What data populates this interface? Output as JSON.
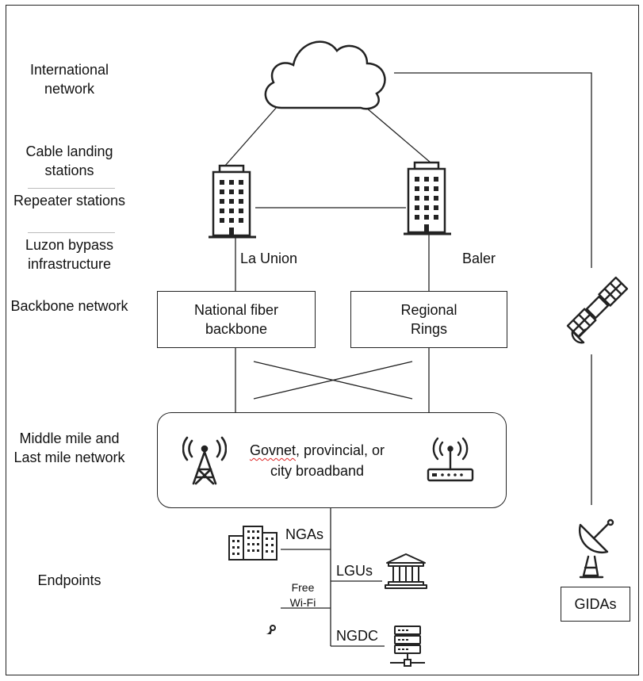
{
  "layers": {
    "international": "International network",
    "cable_landing": "Cable landing stations",
    "repeater": "Repeater stations",
    "luzon_bypass": "Luzon bypass infrastructure",
    "backbone": "Backbone network",
    "middle_last": "Middle mile and Last mile network",
    "endpoints": "Endpoints"
  },
  "sites": {
    "la_union": "La Union",
    "baler": "Baler"
  },
  "boxes": {
    "national_fiber": "National fiber backbone",
    "regional_rings": "Regional Rings",
    "govnet_word": "Govnet",
    "govnet_rest": ", provincial, or",
    "govnet_line2": "city broadband",
    "gidas": "GIDAs"
  },
  "endpoint_labels": {
    "ngas": "NGAs",
    "lgus": "LGUs",
    "free_wifi_1": "Free",
    "free_wifi_2": "Wi-Fi",
    "ngdc": "NGDC"
  },
  "icons": [
    "cloud-icon",
    "building-icon",
    "satellite-icon",
    "cell-tower-icon",
    "router-icon",
    "office-buildings-icon",
    "government-building-icon",
    "wifi-icon",
    "server-icon",
    "satellite-dish-icon"
  ]
}
